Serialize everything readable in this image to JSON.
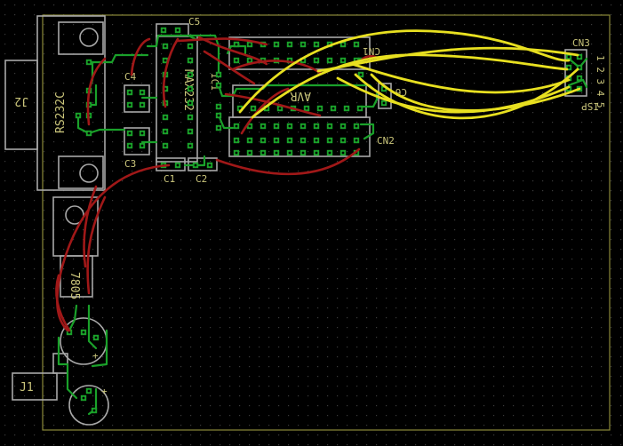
{
  "colors": {
    "background": "#000000",
    "grid": "#3a3a3a",
    "board_outline": "#8c8a38",
    "component_outline": "#a8a8a8",
    "label": "#c9c47a",
    "wire_green": "#1aa12a",
    "wire_red": "#a01818",
    "wire_yellow": "#e8e020",
    "pad": "#1aa12a"
  },
  "labels": {
    "j2": "J2",
    "rs232c": "RS232C",
    "c5": "C5",
    "c4": "C4",
    "c3": "C3",
    "c1": "C1",
    "c2": "C2",
    "max232": "MAX232",
    "ic1": "IC1",
    "avr": "AVR",
    "cn1": "CN1",
    "cn2": "CN2",
    "cn3": "CN3",
    "c6": "C6",
    "isp": "ISP",
    "isp_pins": "1 2 3 4 5",
    "reg": "7805",
    "j1": "J1",
    "plus1": "+",
    "plus2": "+"
  }
}
